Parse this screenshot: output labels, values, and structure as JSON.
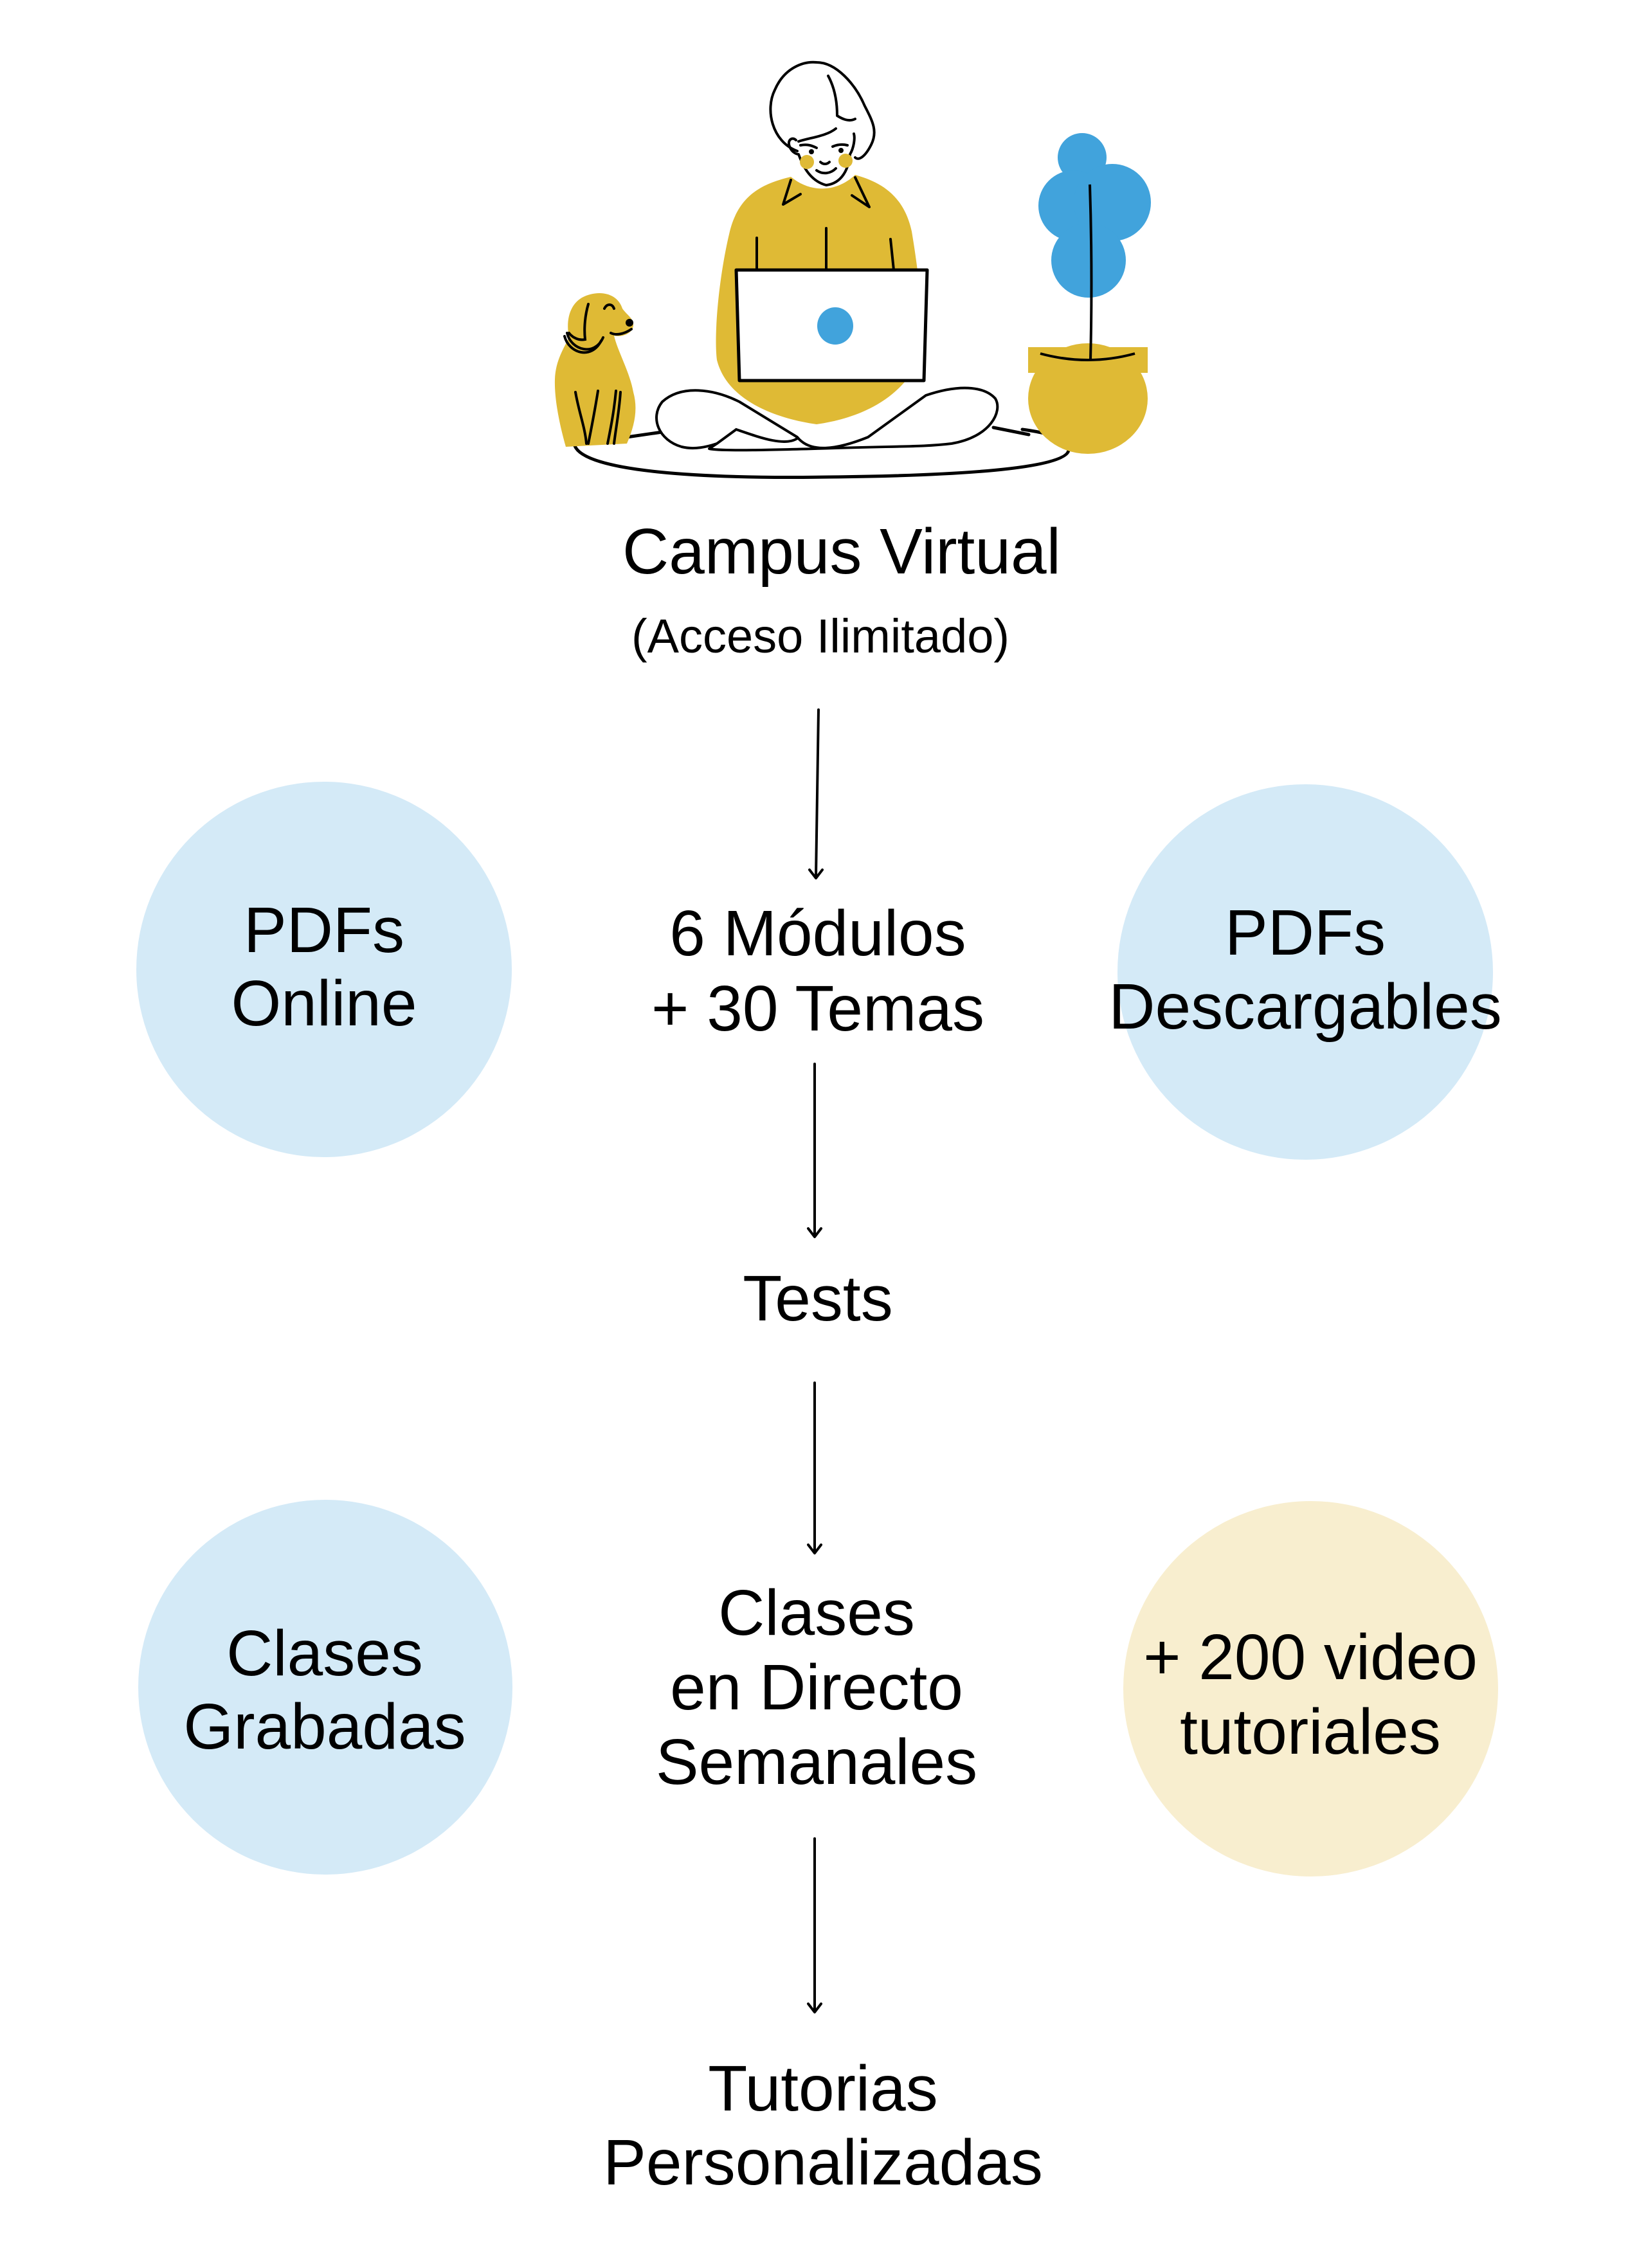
{
  "header": {
    "title": "Campus Virtual",
    "subtitle": "(Acceso Ilimitado)"
  },
  "flow": {
    "steps": [
      {
        "lines": [
          "6 Módulos",
          "+ 30 Temas"
        ]
      },
      {
        "lines": [
          "Tests"
        ]
      },
      {
        "lines": [
          "Clases",
          "en Directo",
          "Semanales"
        ]
      },
      {
        "lines": [
          "Tutorias",
          "Personalizadas"
        ]
      }
    ]
  },
  "side_bubbles": {
    "pdfs_online": {
      "lines": [
        "PDFs",
        "Online"
      ]
    },
    "pdfs_descargables": {
      "lines": [
        "PDFs",
        "Descargables"
      ]
    },
    "clases_grabadas": {
      "lines": [
        "Clases",
        "Grabadas"
      ]
    },
    "video_tutoriales": {
      "lines": [
        "+ 200 video",
        "tutoriales"
      ]
    }
  },
  "colors": {
    "bubble_blue": "#D4EAF7",
    "bubble_cream": "#F8EECF",
    "accent_yellow": "#DFBA35",
    "accent_blue": "#41A3DC",
    "text": "#000000"
  },
  "illustration": {
    "subject": "person-with-laptop-icon",
    "elements": [
      "person-icon",
      "laptop-icon",
      "dog-icon",
      "plant-icon",
      "rug-icon"
    ]
  }
}
